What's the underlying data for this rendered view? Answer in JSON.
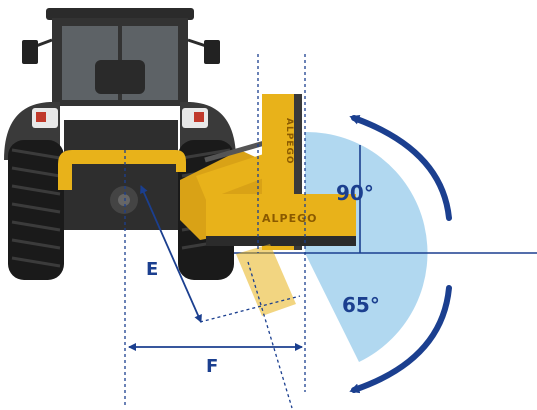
{
  "labels": {
    "angle_up": "90°",
    "angle_down": "65°",
    "dim_e": "E",
    "dim_f": "F"
  },
  "branding": {
    "mower_name": "ALPEGO",
    "mower_name_vertical": "ALPEGO"
  },
  "colors": {
    "accent": "#1b3f8f",
    "sector_fill": "#a9d4ee",
    "machine_yellow": "#e8b21a",
    "tractor_body": "#2b2b2b",
    "tractor_tire": "#1a1a1a"
  }
}
